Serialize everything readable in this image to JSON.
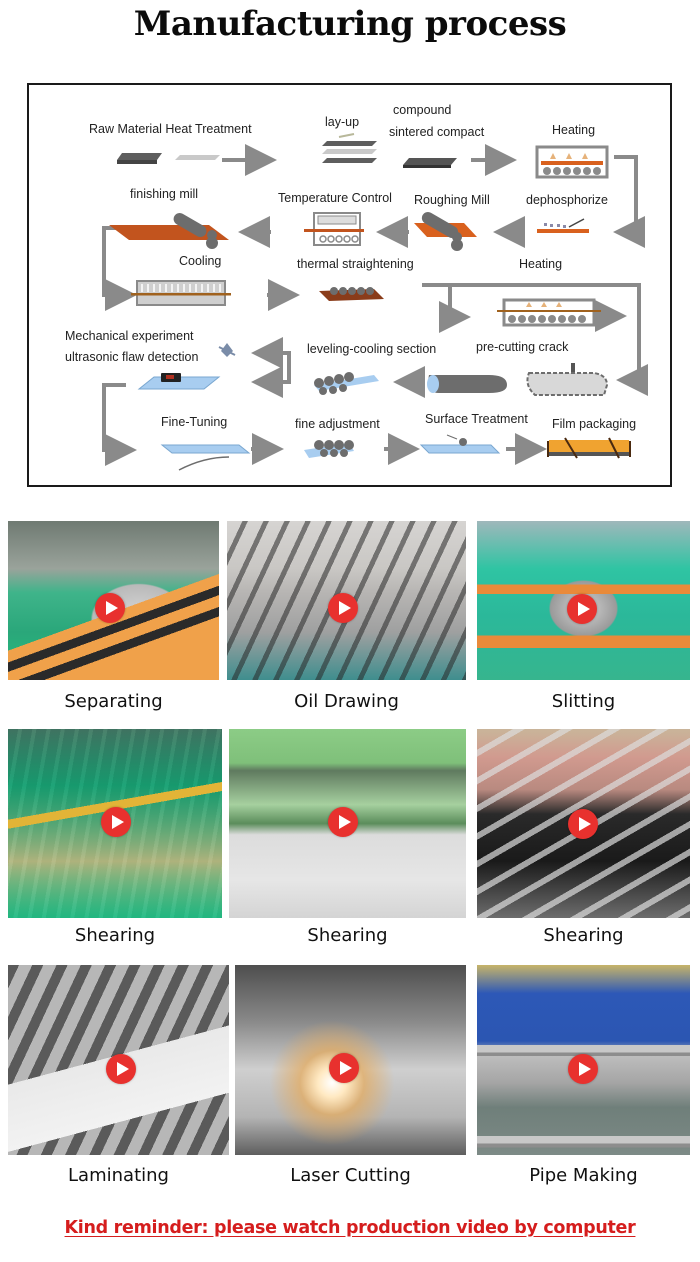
{
  "title": "Manufacturing process",
  "diagram": {
    "steps": [
      {
        "id": "raw_material",
        "label": "Raw Material Heat Treatment"
      },
      {
        "id": "lay_up",
        "label": "lay-up"
      },
      {
        "id": "compound_1",
        "label": "compound"
      },
      {
        "id": "compound_2",
        "label": "sintered compact"
      },
      {
        "id": "heating_1",
        "label": "Heating"
      },
      {
        "id": "dephosphorize",
        "label": "dephosphorize"
      },
      {
        "id": "roughing_mill",
        "label": "Roughing Mill"
      },
      {
        "id": "temperature_control",
        "label": "Temperature Control"
      },
      {
        "id": "finishing_mill",
        "label": "finishing mill"
      },
      {
        "id": "cooling",
        "label": "Cooling"
      },
      {
        "id": "thermal_straightening",
        "label": "thermal straightening"
      },
      {
        "id": "heating_2",
        "label": "Heating"
      },
      {
        "id": "pre_cutting_crack",
        "label": "pre-cutting crack"
      },
      {
        "id": "leveling_cooling",
        "label": "leveling-cooling section"
      },
      {
        "id": "mechanical_1",
        "label": "Mechanical experiment"
      },
      {
        "id": "mechanical_2",
        "label": "ultrasonic flaw detection"
      },
      {
        "id": "fine_tuning",
        "label": "Fine-Tuning"
      },
      {
        "id": "fine_adjustment",
        "label": "fine adjustment"
      },
      {
        "id": "surface_treatment",
        "label": "Surface Treatment"
      },
      {
        "id": "film_packaging",
        "label": "Film packaging"
      }
    ],
    "colors": {
      "arrow": "#8a8a8a",
      "slab_dark": "#5e5e5e",
      "slab_light": "#c9c9c9",
      "hot_steel": "#c2541e",
      "plate_blue": "#a8cdf0",
      "package_orange": "#f0a330"
    }
  },
  "gallery": [
    {
      "label": "Separating",
      "icon": "play-icon"
    },
    {
      "label": "Oil Drawing",
      "icon": "play-icon"
    },
    {
      "label": "Slitting",
      "icon": "play-icon"
    },
    {
      "label": "Shearing",
      "icon": "play-icon"
    },
    {
      "label": "Shearing",
      "icon": "play-icon"
    },
    {
      "label": "Shearing",
      "icon": "play-icon"
    },
    {
      "label": "Laminating",
      "icon": "play-icon"
    },
    {
      "label": "Laser Cutting",
      "icon": "play-icon"
    },
    {
      "label": "Pipe Making",
      "icon": "play-icon"
    }
  ],
  "play_button_color": "#e8312e",
  "reminder": "Kind reminder: please watch production video by computer",
  "reminder_color": "#d51d1d"
}
